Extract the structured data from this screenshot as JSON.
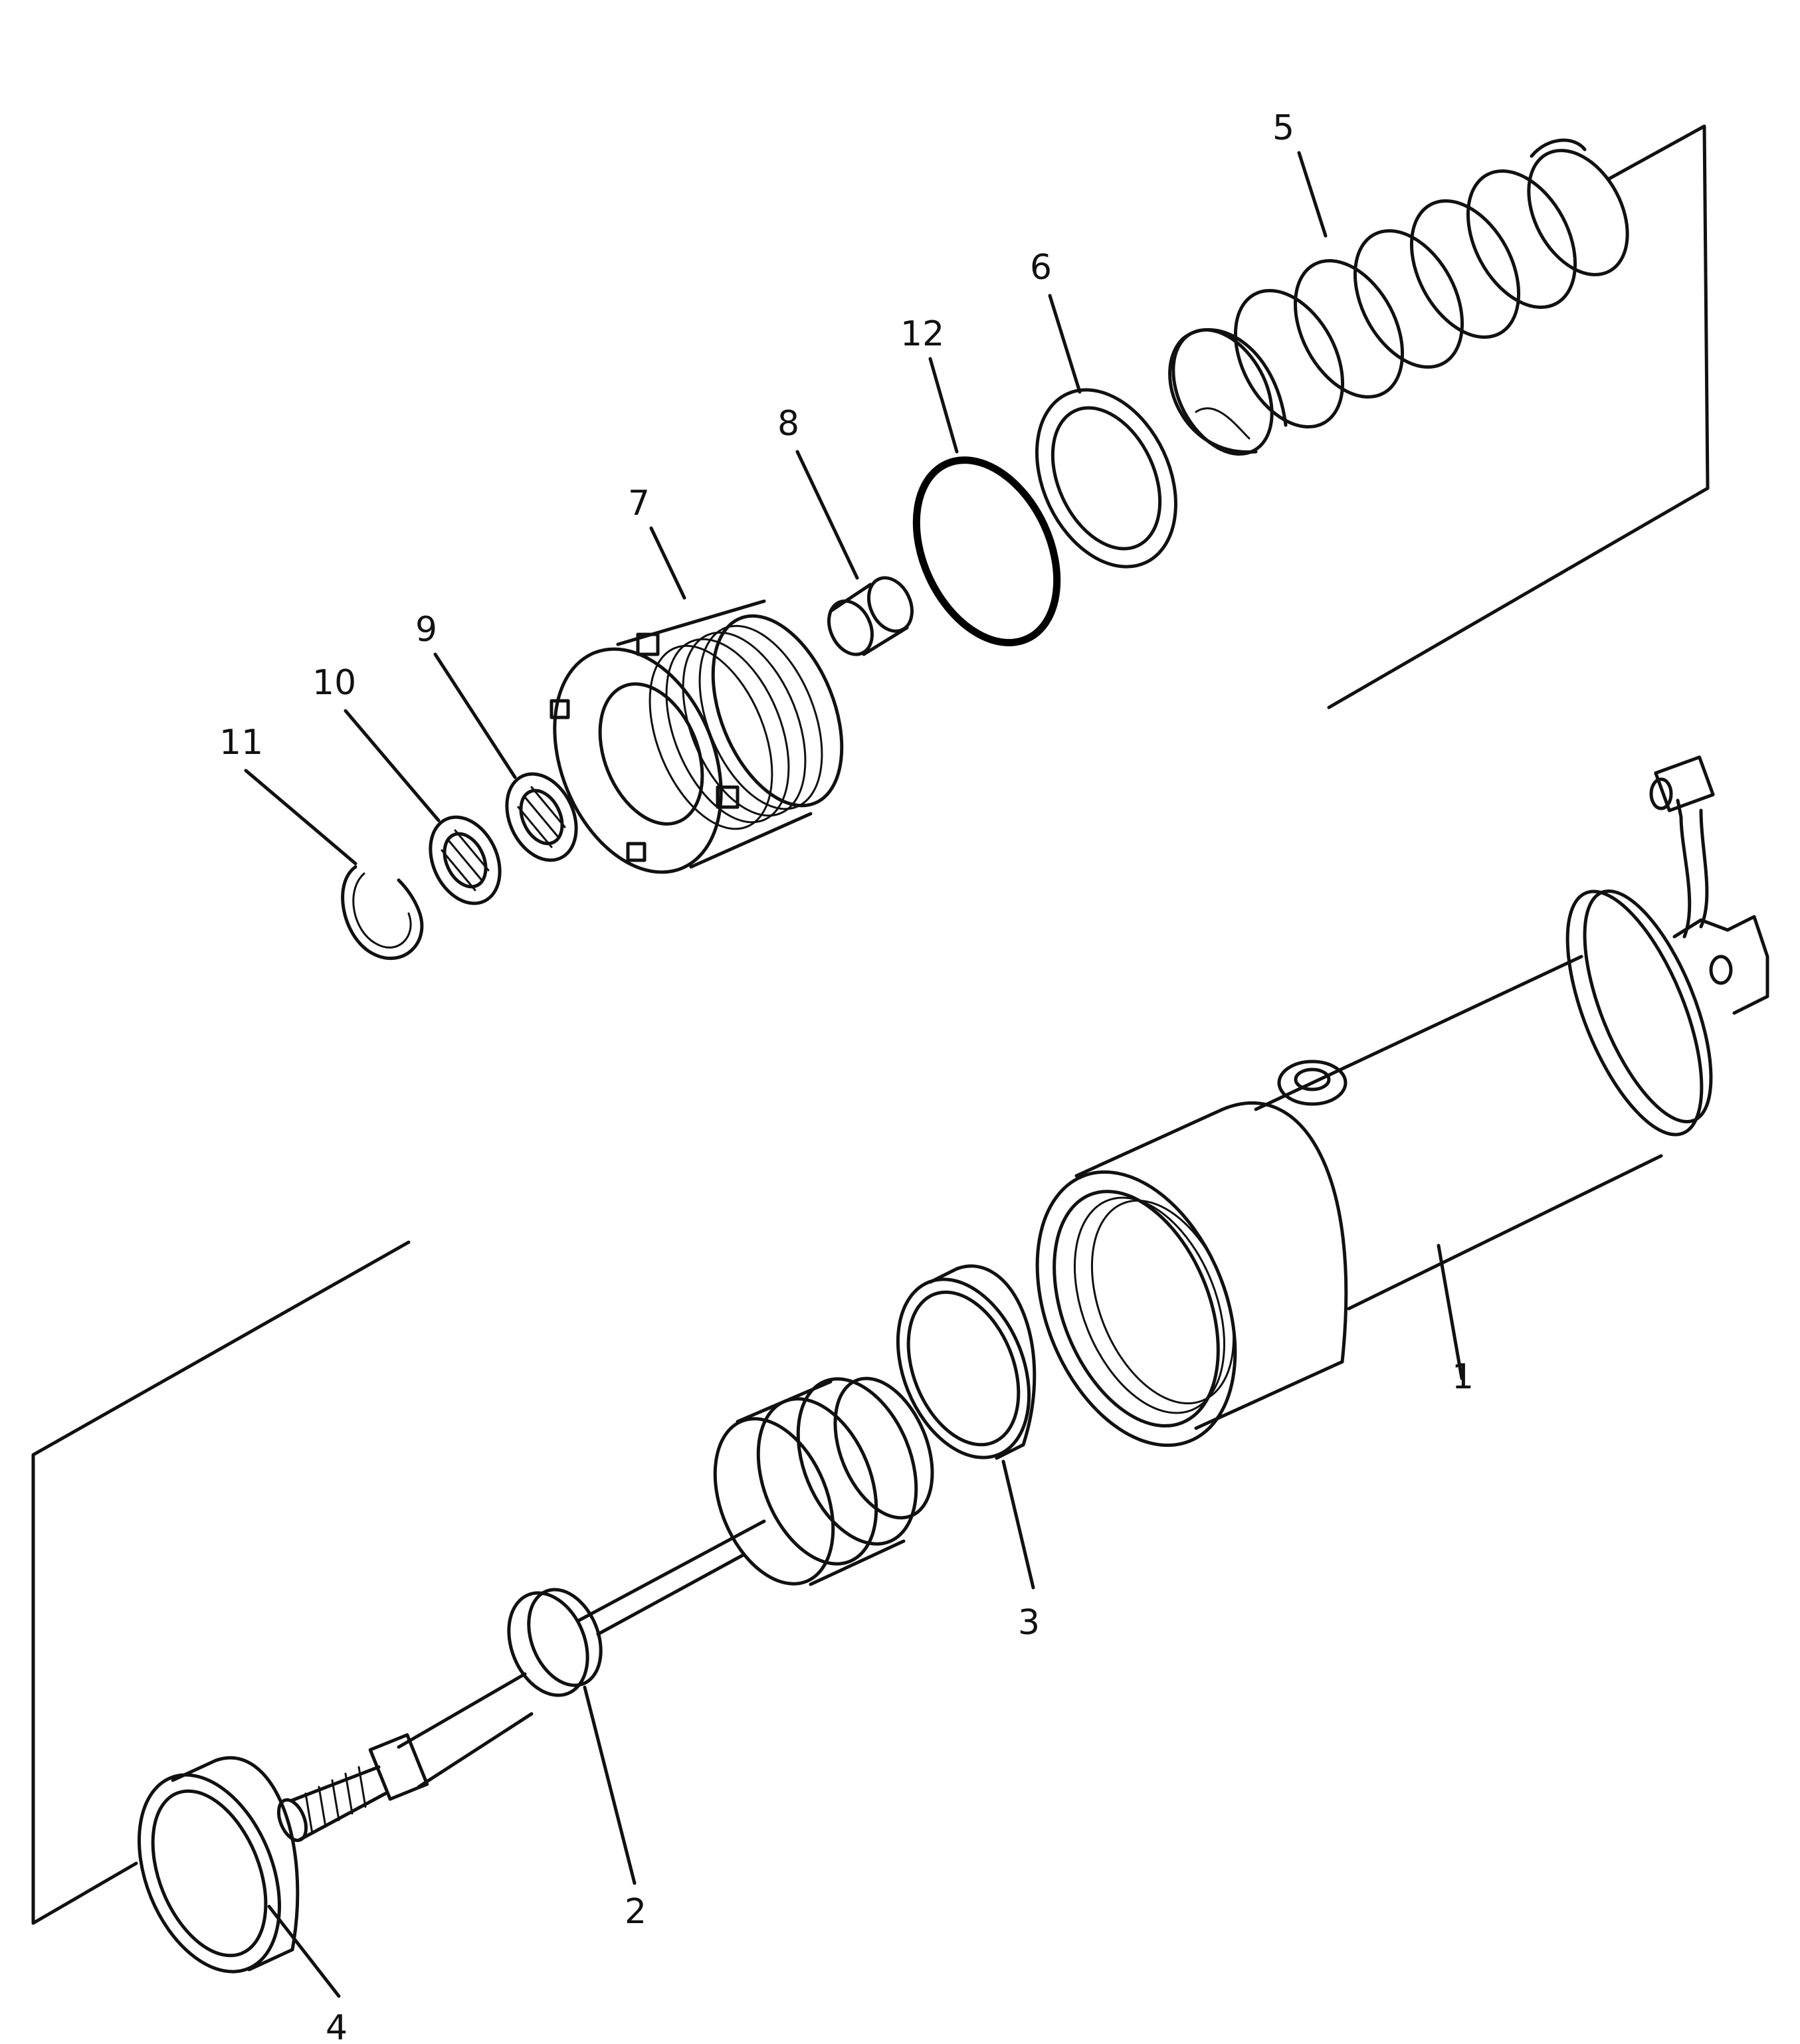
{
  "callouts": [
    {
      "id": "c1",
      "label": "1"
    },
    {
      "id": "c2",
      "label": "2"
    },
    {
      "id": "c3",
      "label": "3"
    },
    {
      "id": "c4",
      "label": "4"
    },
    {
      "id": "c5",
      "label": "5"
    },
    {
      "id": "c6",
      "label": "6"
    },
    {
      "id": "c7",
      "label": "7"
    },
    {
      "id": "c8",
      "label": "8"
    },
    {
      "id": "c9",
      "label": "9"
    },
    {
      "id": "c10",
      "label": "10"
    },
    {
      "id": "c11",
      "label": "11"
    },
    {
      "id": "c12",
      "label": "12"
    }
  ],
  "colors": {
    "ink": "#111111",
    "paper": "#ffffff"
  }
}
